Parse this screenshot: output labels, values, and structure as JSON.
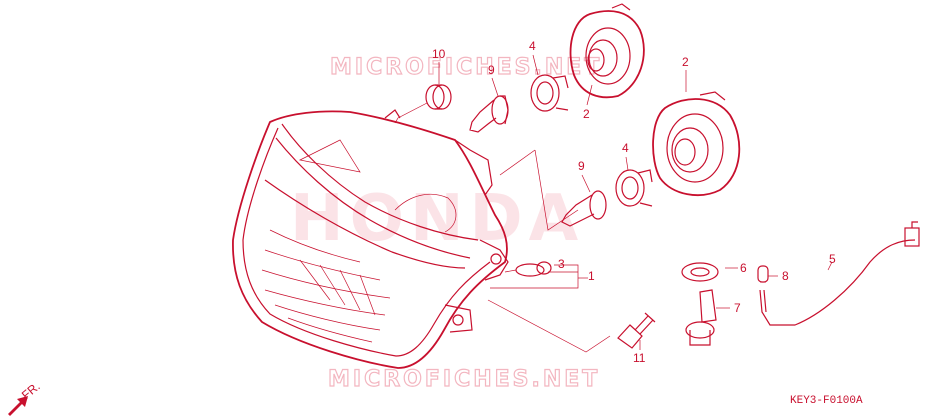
{
  "diagram": {
    "watermark_text": "MICROFICHES.NET",
    "brand_watermark": "HONDA",
    "diagram_code": "KEY3-F0100A",
    "front_arrow_label": "FR.",
    "parts": [
      "1",
      "2",
      "3",
      "4",
      "5",
      "6",
      "7",
      "8",
      "9",
      "10",
      "11"
    ],
    "callouts": {
      "p10": "10",
      "p4a": "4",
      "p9a": "9",
      "p2a": "2",
      "p2b": "2",
      "p9b": "9",
      "p4b": "4",
      "p3": "3",
      "p1": "1",
      "p6": "6",
      "p8": "8",
      "p5": "5",
      "p7": "7",
      "p11": "11"
    }
  },
  "colors": {
    "line": "#c8102e",
    "watermark": "#f3b6c0",
    "background": "#ffffff"
  }
}
